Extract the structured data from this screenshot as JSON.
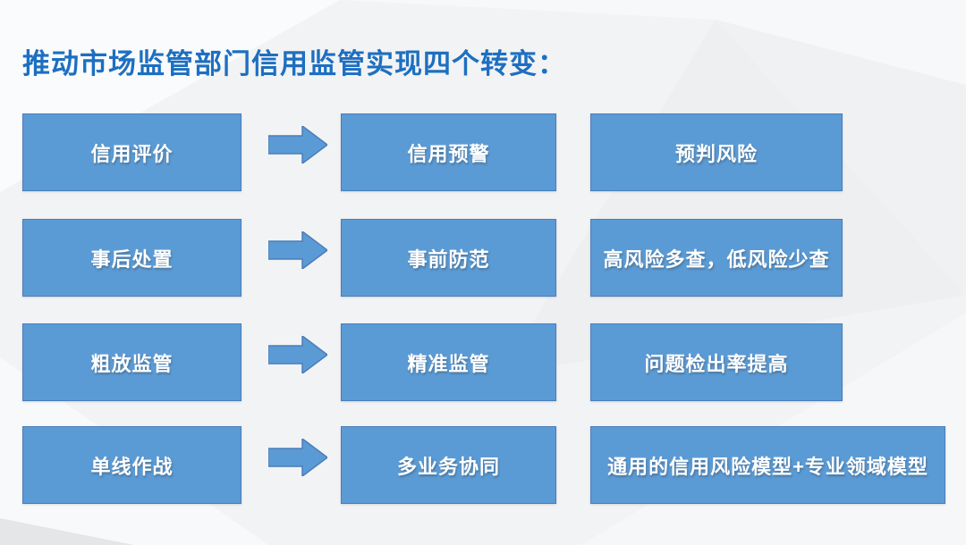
{
  "slide": {
    "title": "推动市场监管部门信用监管实现四个转变："
  },
  "colors": {
    "title_text": "#1d6fc1",
    "box_fill": "#5b9bd5",
    "box_border": "#4a7dbb",
    "box_text": "#ffffff",
    "background": "#f2f3f4"
  },
  "rows": [
    {
      "from": "信用评价",
      "to": "信用预警",
      "result": "预判风险"
    },
    {
      "from": "事后处置",
      "to": "事前防范",
      "result": "高风险多查，低风险少查"
    },
    {
      "from": "粗放监管",
      "to": "精准监管",
      "result": "问题检出率提高"
    },
    {
      "from": "单线作战",
      "to": "多业务协同",
      "result": "通用的信用风险模型+专业领域模型"
    }
  ]
}
